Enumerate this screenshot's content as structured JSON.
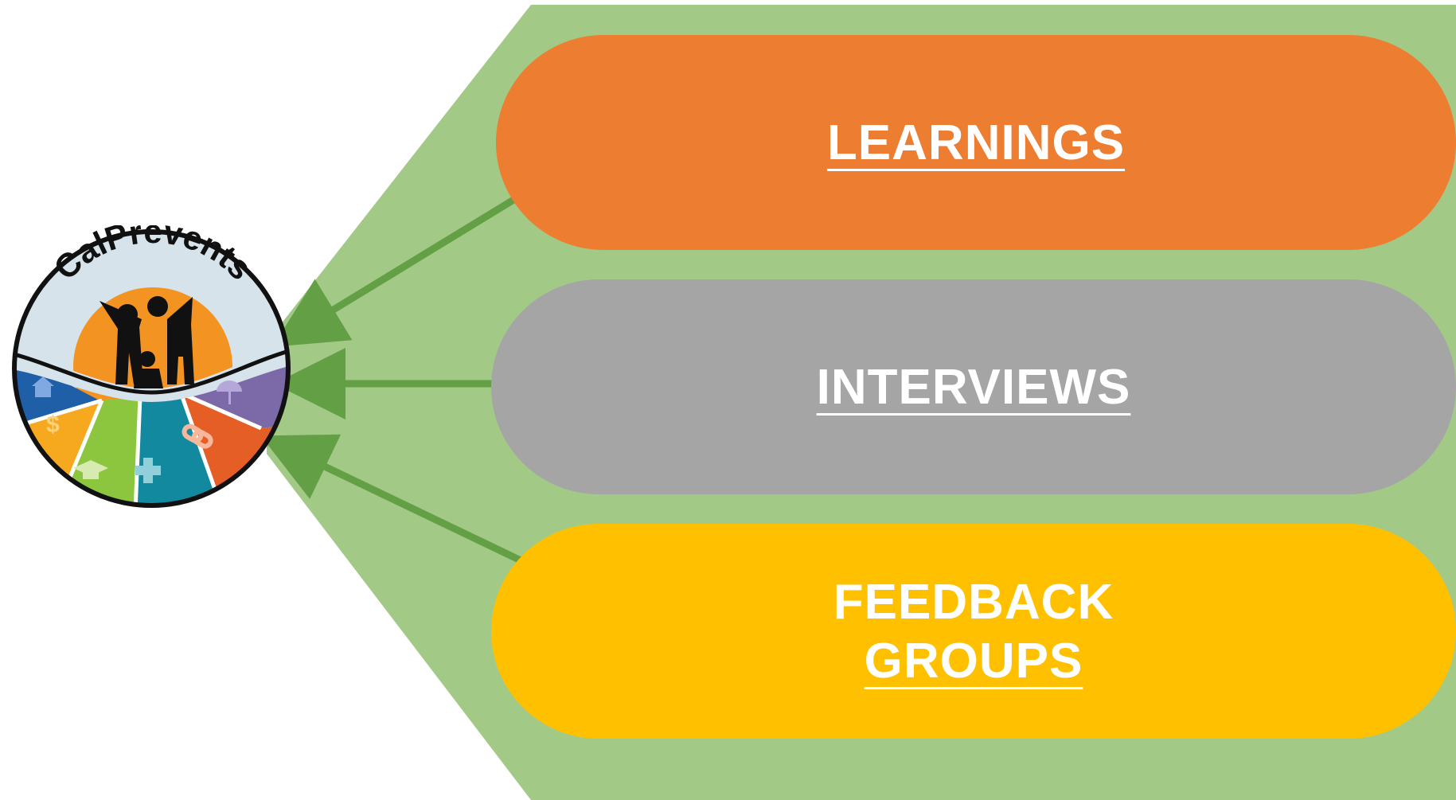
{
  "colors": {
    "background_panel": "#A3C987",
    "arrow": "#63A045",
    "learnings": "#ED7D31",
    "interviews": "#A5A5A5",
    "feedback": "#FFC000",
    "logo_sky": "#D6E3EA",
    "logo_sun": "#F39321"
  },
  "logo": {
    "text": "CalPrevents",
    "icons": [
      "house-icon",
      "dollar-icon",
      "graduation-cap-icon",
      "plus-icon",
      "link-icon",
      "umbrella-icon"
    ]
  },
  "items": {
    "learnings": "LEARNINGS",
    "interviews": "INTERVIEWS",
    "feedback_line1": "FEEDBACK",
    "feedback_line2": "GROUPS"
  }
}
